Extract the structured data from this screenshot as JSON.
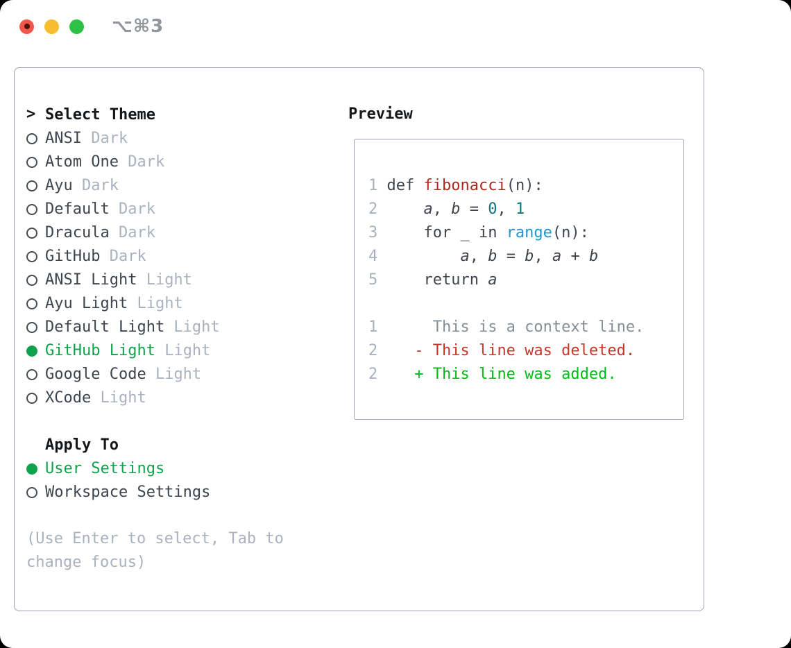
{
  "window": {
    "title": "⌥⌘3",
    "traffic_lights": [
      {
        "name": "close",
        "color": "#f0564c",
        "has_dot": true,
        "dot_color": "#4d100b"
      },
      {
        "name": "minimize",
        "color": "#f7bd2e",
        "has_dot": false
      },
      {
        "name": "zoom",
        "color": "#2dc247",
        "has_dot": false
      }
    ]
  },
  "theme_panel": {
    "header": {
      "cursor": ">",
      "label": "Select Theme"
    },
    "themes": [
      {
        "name": "ANSI",
        "tag": "Dark",
        "selected": false
      },
      {
        "name": "Atom One",
        "tag": "Dark",
        "selected": false
      },
      {
        "name": "Ayu",
        "tag": "Dark",
        "selected": false
      },
      {
        "name": "Default",
        "tag": "Dark",
        "selected": false
      },
      {
        "name": "Dracula",
        "tag": "Dark",
        "selected": false
      },
      {
        "name": "GitHub",
        "tag": "Dark",
        "selected": false
      },
      {
        "name": "ANSI Light",
        "tag": "Light",
        "selected": false
      },
      {
        "name": "Ayu Light",
        "tag": "Light",
        "selected": false
      },
      {
        "name": "Default Light",
        "tag": "Light",
        "selected": false
      },
      {
        "name": "GitHub Light",
        "tag": "Light",
        "selected": true
      },
      {
        "name": "Google Code",
        "tag": "Light",
        "selected": false
      },
      {
        "name": "XCode",
        "tag": "Light",
        "selected": false
      }
    ],
    "apply_to": {
      "label": "Apply To",
      "options": [
        {
          "name": "User Settings",
          "selected": true
        },
        {
          "name": "Workspace Settings",
          "selected": false
        }
      ]
    },
    "hint": "(Use Enter to select, Tab to change focus)"
  },
  "preview": {
    "label": "Preview",
    "code_lines": [
      [
        {
          "t": "1 ",
          "c": "ln"
        },
        {
          "t": "def ",
          "c": "code"
        },
        {
          "t": "fibonacci",
          "c": "fn"
        },
        {
          "t": "(n):",
          "c": "code"
        }
      ],
      [
        {
          "t": "2 ",
          "c": "ln"
        },
        {
          "t": "    ",
          "c": "code"
        },
        {
          "t": "a",
          "c": "var"
        },
        {
          "t": ", ",
          "c": "code"
        },
        {
          "t": "b",
          "c": "var"
        },
        {
          "t": " = ",
          "c": "code"
        },
        {
          "t": "0",
          "c": "num"
        },
        {
          "t": ", ",
          "c": "code"
        },
        {
          "t": "1",
          "c": "num"
        }
      ],
      [
        {
          "t": "3 ",
          "c": "ln"
        },
        {
          "t": "    for _ in ",
          "c": "code"
        },
        {
          "t": "range",
          "c": "builtin"
        },
        {
          "t": "(n):",
          "c": "code"
        }
      ],
      [
        {
          "t": "4 ",
          "c": "ln"
        },
        {
          "t": "        ",
          "c": "code"
        },
        {
          "t": "a",
          "c": "var"
        },
        {
          "t": ", ",
          "c": "code"
        },
        {
          "t": "b",
          "c": "var"
        },
        {
          "t": " = ",
          "c": "code"
        },
        {
          "t": "b",
          "c": "var"
        },
        {
          "t": ", ",
          "c": "code"
        },
        {
          "t": "a",
          "c": "var"
        },
        {
          "t": " + ",
          "c": "code"
        },
        {
          "t": "b",
          "c": "var"
        }
      ],
      [
        {
          "t": "5 ",
          "c": "ln"
        },
        {
          "t": "    return ",
          "c": "code"
        },
        {
          "t": "a",
          "c": "var"
        }
      ],
      [],
      [
        {
          "t": "1 ",
          "c": "ln"
        },
        {
          "t": "     This is a context line.",
          "c": "ctx"
        }
      ],
      [
        {
          "t": "2 ",
          "c": "ln"
        },
        {
          "t": "   - This line was deleted.",
          "c": "del"
        }
      ],
      [
        {
          "t": "2 ",
          "c": "ln"
        },
        {
          "t": "   + This line was added.",
          "c": "add"
        }
      ]
    ]
  },
  "colors": {
    "selection_green": "#0fa24d",
    "added_green": "#00bd16",
    "deleted_red": "#c53729",
    "function_red": "#b0281c",
    "number_teal": "#0e7480",
    "builtin_blue": "#2095d2",
    "muted_gray": "#a9b2be",
    "text_dark": "#3d444d",
    "border_gray": "#9aa3ad"
  }
}
